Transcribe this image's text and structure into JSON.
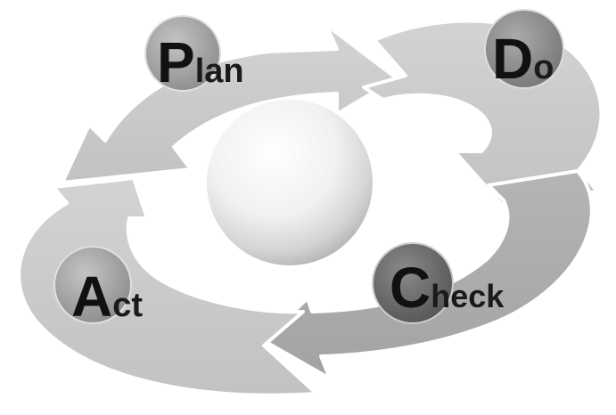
{
  "phases": {
    "plan": {
      "letter": "P",
      "rest": "lan"
    },
    "do": {
      "letter": "D",
      "rest": "o"
    },
    "check": {
      "letter": "C",
      "rest": "heck"
    },
    "act": {
      "letter": "A",
      "rest": "ct"
    }
  }
}
